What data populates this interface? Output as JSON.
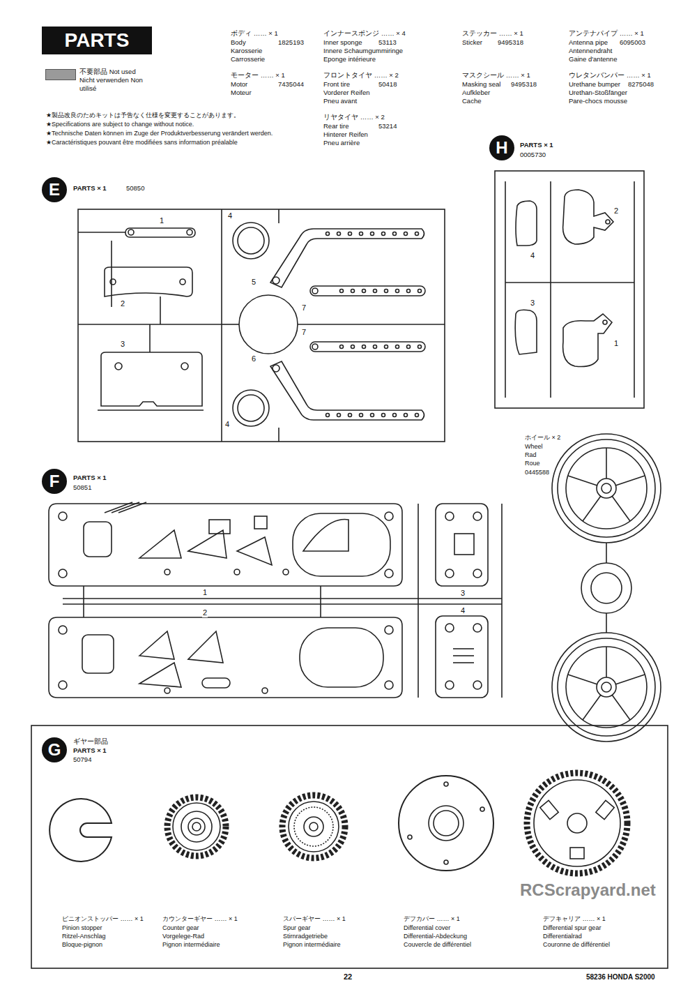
{
  "diagram": {
    "nodes": [
      {
        "text": [
          "PARTS"
        ]
      },
      {
        "text": [
          "E"
        ]
      },
      {
        "text": [
          "H"
        ]
      },
      {
        "text": [
          "F"
        ]
      },
      {
        "text": [
          "G"
        ]
      }
    ],
    "labels": [
      "ボディ …… × 1",
      "Body",
      "1825193",
      "Karosserie",
      "Carrosserie",
      "モーター …… × 1",
      "Motor",
      "7435044",
      "Moteur",
      "インナースポンジ …… × 4",
      "Inner sponge",
      "53113",
      "Innere Schaumgummiringe",
      "Eponge intérieure",
      "フロントタイヤ …… × 2",
      "Front tire",
      "50418",
      "Vorderer Reifen",
      "Pneu avant",
      "リヤタイヤ …… × 2",
      "Rear tire",
      "53214",
      "Hinterer Reifen",
      "Pneu arrière",
      "ステッカー …… × 1",
      "Sticker",
      "9495318",
      "マスクシール …… × 1",
      "Masking seal",
      "9495318",
      "Aufkleber",
      "Cache",
      "アンテナパイプ …… × 1",
      "Antenna pipe",
      "6095003",
      "Antennendraht",
      "Gaine d'antenne",
      "ウレタンバンパー …… × 1",
      "Urethane bumper",
      "8275048",
      "Urethan-Stoßfänger",
      "Pare-chocs mousse",
      "★製品改良のためキットは予告なく仕様を変更することがあります。",
      "★Specifications are subject to change without notice.",
      "★Technische Daten können im Zuge der Produktverbesserung verändert werden.",
      "★Caractéristiques pouvant être modifiées sans information préalable",
      "PARTS × 1",
      "50850",
      "1",
      "2",
      "3",
      "4",
      "5",
      "7",
      "7",
      "6",
      "4",
      "PARTS × 1",
      "0005730",
      "2",
      "4",
      "3",
      "1",
      "ホイール × 2",
      "Wheel",
      "Rad",
      "Roue",
      "0445588",
      "PARTS × 1",
      "50851",
      "1",
      "3",
      "2",
      "4",
      "ギヤー部品",
      "PARTS × 1",
      "50794",
      "ピニオンストッパー …… × 1",
      "Pinion stopper",
      "Ritzel-Anschlag",
      "Bloque-pignon",
      "カウンターギヤー …… × 1",
      "Counter gear",
      "Vorgelege-Rad",
      "Pignon intermédiaire",
      "スパーギヤー …… × 1",
      "Spur gear",
      "Stirnradgetriebe",
      "Pignon intermédiaire",
      "デフカバー …… × 1",
      "Differential cover",
      "Differential-Abdeckung",
      "Couvercle de différentiel",
      "デフキャリア …… × 1",
      "Differential spur gear",
      "Differentialrad",
      "Couronne de différentiel",
      "22",
      "58236 HONDA S2000",
      "RCScrapyard.net"
    ],
    "legend": [
      {
        "text": "不要部品 Not used Nicht verwenden Non utilisé",
        "color": "#9a9a9a"
      }
    ]
  }
}
